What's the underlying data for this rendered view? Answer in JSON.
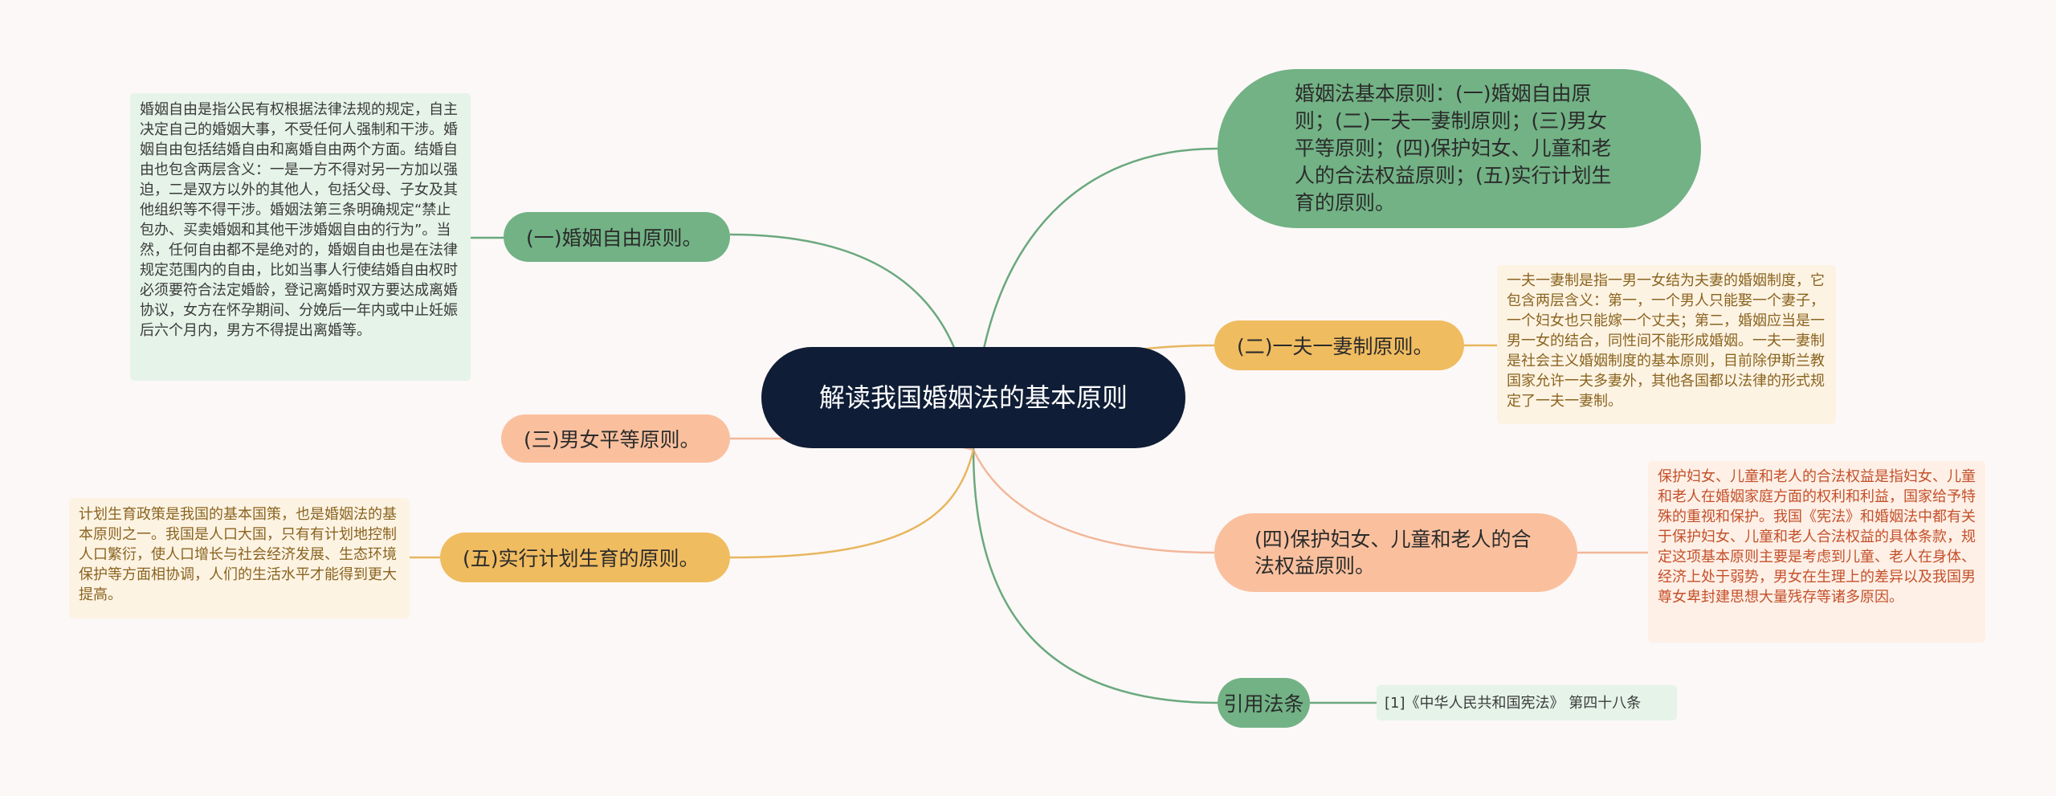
{
  "root": {
    "title": "解读我国婚姻法的基本原则"
  },
  "summary": {
    "text": "婚姻法基本原则：(一)婚姻自由原则；(二)一夫一妻制原则；(三)男女平等原则；(四)保护妇女、儿童和老人的合法权益原则；(五)实行计划生育的原则。"
  },
  "branches": {
    "freedom": {
      "label": "(一)婚姻自由原则。",
      "detail": "婚姻自由是指公民有权根据法律法规的规定，自主决定自己的婚姻大事，不受任何人强制和干涉。婚姻自由包括结婚自由和离婚自由两个方面。结婚自由也包含两层含义：一是一方不得对另一方加以强迫，二是双方以外的其他人，包括父母、子女及其他组织等不得干涉。婚姻法第三条明确规定“禁止包办、买卖婚姻和其他干涉婚姻自由的行为”。当然，任何自由都不是绝对的，婚姻自由也是在法律规定范围内的自由，比如当事人行使结婚自由权时必须要符合法定婚龄，登记离婚时双方要达成离婚协议，女方在怀孕期间、分娩后一年内或中止妊娠后六个月内，男方不得提出离婚等。"
    },
    "monogamy": {
      "label": "(二)一夫一妻制原则。",
      "detail": "一夫一妻制是指一男一女结为夫妻的婚姻制度，它包含两层含义：第一，一个男人只能娶一个妻子，一个妇女也只能嫁一个丈夫；第二，婚姻应当是一男一女的结合，同性间不能形成婚姻。一夫一妻制是社会主义婚姻制度的基本原则，目前除伊斯兰教国家允许一夫多妻外，其他各国都以法律的形式规定了一夫一妻制。"
    },
    "equality": {
      "label": "(三)男女平等原则。"
    },
    "protection": {
      "label": "(四)保护妇女、儿童和老人的合法权益原则。",
      "detail": "保护妇女、儿童和老人的合法权益是指妇女、儿童和老人在婚姻家庭方面的权利和利益，国家给予特殊的重视和保护。我国《宪法》和婚姻法中都有关于保护妇女、儿童和老人合法权益的具体条款，规定这项基本原则主要是考虑到儿童、老人在身体、经济上处于弱势，男女在生理上的差异以及我国男尊女卑封建思想大量残存等诸多原因。"
    },
    "planning": {
      "label": "(五)实行计划生育的原则。",
      "detail": "计划生育政策是我国的基本国策，也是婚姻法的基本原则之一。我国是人口大国，只有有计划地控制人口繁衍，使人口增长与社会经济发展、生态环境保护等方面相协调，人们的生活水平才能得到更大提高。"
    },
    "citation": {
      "label": "引用法条",
      "detail": "[1]《中华人民共和国宪法》 第四十八条"
    }
  },
  "colors": {
    "background": "#fcf8f7",
    "root": "#0f1d36",
    "green": "#72b285",
    "orange": "#f0bc60",
    "peach": "#fac09e",
    "green_link": "#6aa87e",
    "orange_link": "#e7b65e",
    "peach_link": "#f2b79a"
  }
}
